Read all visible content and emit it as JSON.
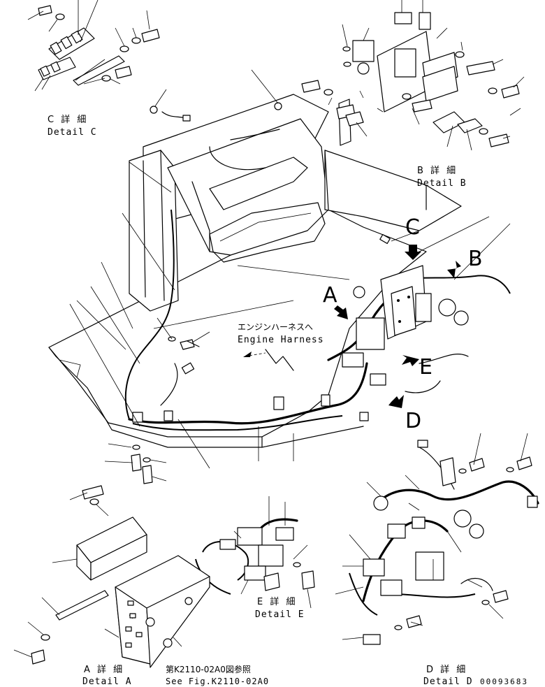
{
  "detail_c": {
    "jp": "C 詳 細",
    "en": "Detail C"
  },
  "detail_b": {
    "jp": "B 詳 細",
    "en": "Detail B"
  },
  "detail_a": {
    "jp": "A 詳 細",
    "en": "Detail A"
  },
  "detail_d": {
    "jp": "D 詳 細",
    "en": "Detail D"
  },
  "detail_e": {
    "jp": "E 詳 細",
    "en": "Detail E"
  },
  "engine_harness": {
    "jp": "エンジンハーネスへ",
    "en": "Engine Harness"
  },
  "see_fig": {
    "jp": "第K2110-02A0図参照",
    "en": "See Fig.K2110-02A0"
  },
  "view_letters": {
    "a": "A",
    "b": "B",
    "c": "C",
    "d": "D",
    "e": "E"
  },
  "part_id": "00093683"
}
